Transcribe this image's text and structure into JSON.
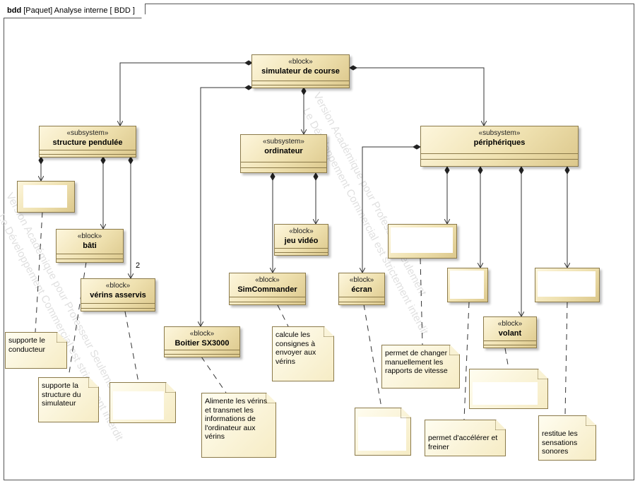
{
  "frame": {
    "kind": "bdd",
    "title": "[Paquet] Analyse interne [ BDD ]"
  },
  "blocks": {
    "simulateur": {
      "stereo": "«block»",
      "name": "simulateur de course"
    },
    "structure": {
      "stereo": "«subsystem»",
      "name": "structure pendulée"
    },
    "ordinateur": {
      "stereo": "«subsystem»",
      "name": "ordinateur"
    },
    "peripheriques": {
      "stereo": "«subsystem»",
      "name": "périphériques"
    },
    "bati": {
      "stereo": "«block»",
      "name": "bâti"
    },
    "verins": {
      "stereo": "«block»",
      "name": "vérins asservis"
    },
    "jeu": {
      "stereo": "«block»",
      "name": "jeu vidéo"
    },
    "simcommander": {
      "stereo": "«block»",
      "name": "SimCommander"
    },
    "ecran": {
      "stereo": "«block»",
      "name": "écran"
    },
    "boitier": {
      "stereo": "«block»",
      "name": "Boitier SX3000"
    },
    "volant": {
      "stereo": "«block»",
      "name": "volant"
    }
  },
  "multiplicity": {
    "verins": "2"
  },
  "notes": {
    "conducteur": "supporte le conducteur",
    "structure": "supporte la structure du simulateur",
    "consignes": "calcule les consignes à envoyer aux vérins",
    "alimente": "Alimente les vérins et transmet les informations de l'ordinateur aux vérins",
    "rapports": "permet de changer manuellement les rapports de vitesse",
    "accelerer": "permet d'accélérer et freiner",
    "sonores": "restitue les sensations sonores"
  },
  "watermark": [
    "Version Académique pour Professeur Seulement",
    "Le Développement Commercial est strictement interdit"
  ]
}
